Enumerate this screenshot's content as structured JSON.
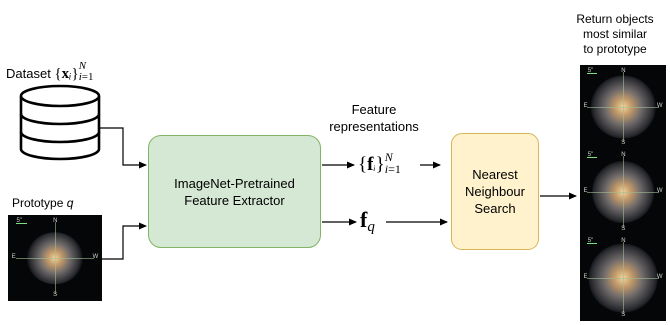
{
  "dataset_label": {
    "text": "Dataset ",
    "math": "{x_i}_{i=1}^N"
  },
  "prototype_label": {
    "text": "Prototype ",
    "math": "q"
  },
  "extractor": {
    "line1": "ImageNet-Pretrained",
    "line2": "Feature Extractor"
  },
  "features_label": {
    "line1": "Feature",
    "line2": "representations"
  },
  "feature_set": {
    "math": "{f_i}_{i=1}^N"
  },
  "feature_query": {
    "math": "f_q"
  },
  "search": {
    "line1": "Nearest",
    "line2": "Neighbour",
    "line3": "Search"
  },
  "results_label": {
    "line1": "Return objects",
    "line2": "most similar",
    "line3": "to prototype"
  },
  "compass": {
    "n": "N",
    "e": "E",
    "w": "W",
    "s": "S",
    "scale": "5\""
  },
  "colors": {
    "extractor_fill": "#d5e8d4",
    "extractor_stroke": "#82b366",
    "search_fill": "#fff2cc",
    "search_stroke": "#d6b656",
    "line": "#000000"
  }
}
